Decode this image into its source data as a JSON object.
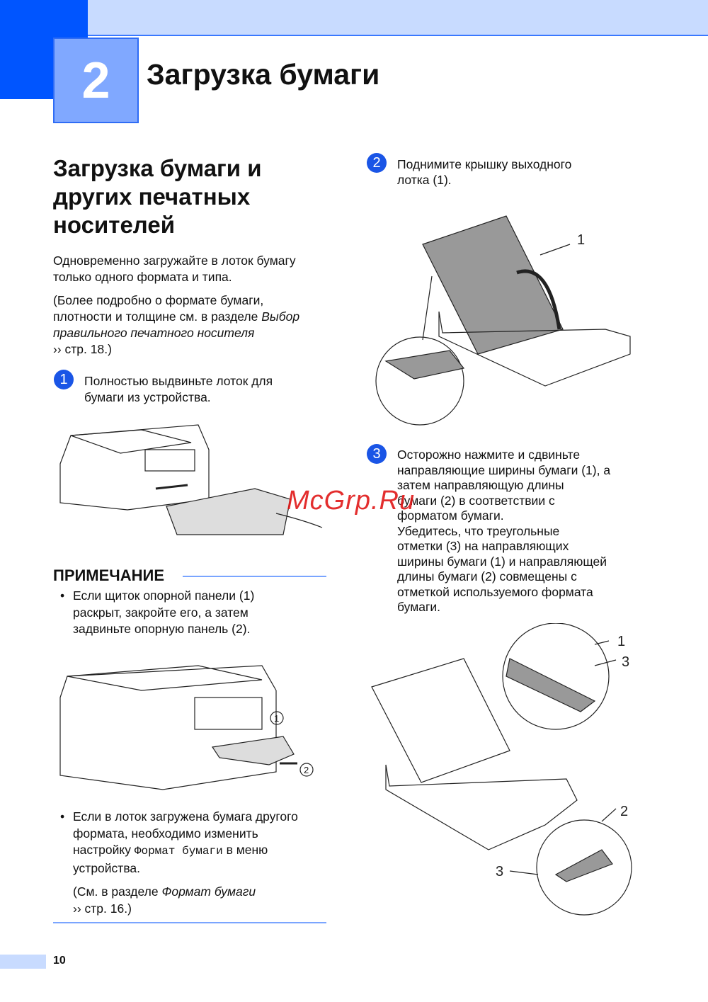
{
  "header": {
    "chapter_number": "2",
    "chapter_title": "Загрузка бумаги"
  },
  "section": {
    "title_lines": [
      "Загрузка бумаги и",
      "других печатных",
      "носителей"
    ]
  },
  "intro": {
    "p1_lines": [
      "Одновременно загружайте в лоток бумагу",
      "только одного формата и типа."
    ],
    "p2_lines": [
      "(Более подробно о формате бумаги,",
      "плотности и толщине см. в разделе "
    ],
    "p2_italic1": "Выбор",
    "p2_italic2": "правильного печатного носителя",
    "p2_ref": "›› стр. 18.)"
  },
  "steps": [
    {
      "number": "1",
      "lines": [
        "Полностью выдвиньте лоток для",
        "бумаги из устройства."
      ]
    },
    {
      "number": "2",
      "lines": [
        "Поднимите крышку выходного",
        "лотка (1)."
      ],
      "callouts": [
        "1"
      ]
    },
    {
      "number": "3",
      "lines": [
        "Осторожно нажмите и сдвиньте",
        "направляющие ширины бумаги (1), а",
        "затем направляющую длины",
        "бумаги (2) в соответствии с",
        "форматом бумаги.",
        "Убедитесь, что треугольные",
        "отметки (3) на направляющих",
        "ширины бумаги (1) и направляющей",
        "длины бумаги (2) совмещены с",
        "отметкой используемого формата",
        "бумаги."
      ],
      "callouts": [
        "1",
        "3",
        "2",
        "3"
      ]
    }
  ],
  "note": {
    "heading": "ПРИМЕЧАНИЕ",
    "bullet1_lines": [
      "Если щиток опорной панели (1)",
      "раскрыт, закройте его, а затем",
      "задвиньте опорную панель (2)."
    ],
    "bullet1_callouts": [
      "1",
      "2"
    ],
    "bullet2_line1": "Если в лоток загружена бумага другого",
    "bullet2_line2": "формата, необходимо изменить",
    "bullet2_pre": "настройку ",
    "bullet2_mono": "Формат бумаги",
    "bullet2_post": " в меню",
    "bullet2_line4": "устройства.",
    "bullet2_ref_pre": "(См. в разделе ",
    "bullet2_ref_italic": "Формат бумаги",
    "bullet2_ref": "›› стр. 16.)"
  },
  "footer": {
    "page_number": "10"
  },
  "watermark": "McGrp.Ru",
  "colors": {
    "brand_blue": "#0055ff",
    "light_blue": "#c8dbff",
    "box_blue": "#80a8ff",
    "step_blue": "#1a55e6",
    "watermark_red": "#e01818"
  }
}
